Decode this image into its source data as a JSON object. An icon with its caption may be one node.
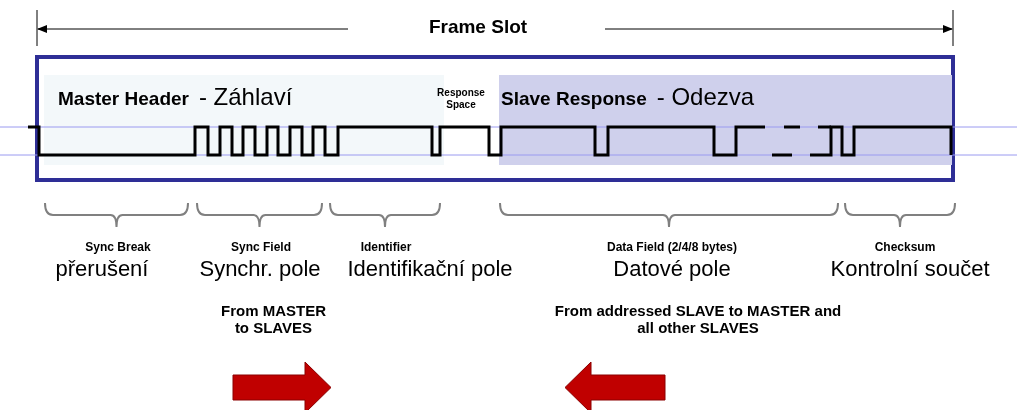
{
  "diagram": {
    "nodes": [
      {
        "text": [],
        "shape": "box"
      },
      {
        "text": [
          "Master Header",
          "- Záhlaví"
        ],
        "in": 0
      },
      {
        "text": [
          "Slave Response",
          "- Odezva"
        ],
        "in": 0
      }
    ],
    "edges": [],
    "labels": [
      "Frame Slot",
      "Response Space",
      "Sync Break",
      "Sync Field",
      "Identifier",
      "Data Field (2/4/8 bytes)",
      "Checksum",
      "přerušení",
      "Synchr. pole",
      "Identifikační pole",
      "Datové pole",
      "Kontrolní součet",
      "From MASTER to SLAVES",
      "From addressed SLAVE to MASTER and all other SLAVES"
    ]
  }
}
